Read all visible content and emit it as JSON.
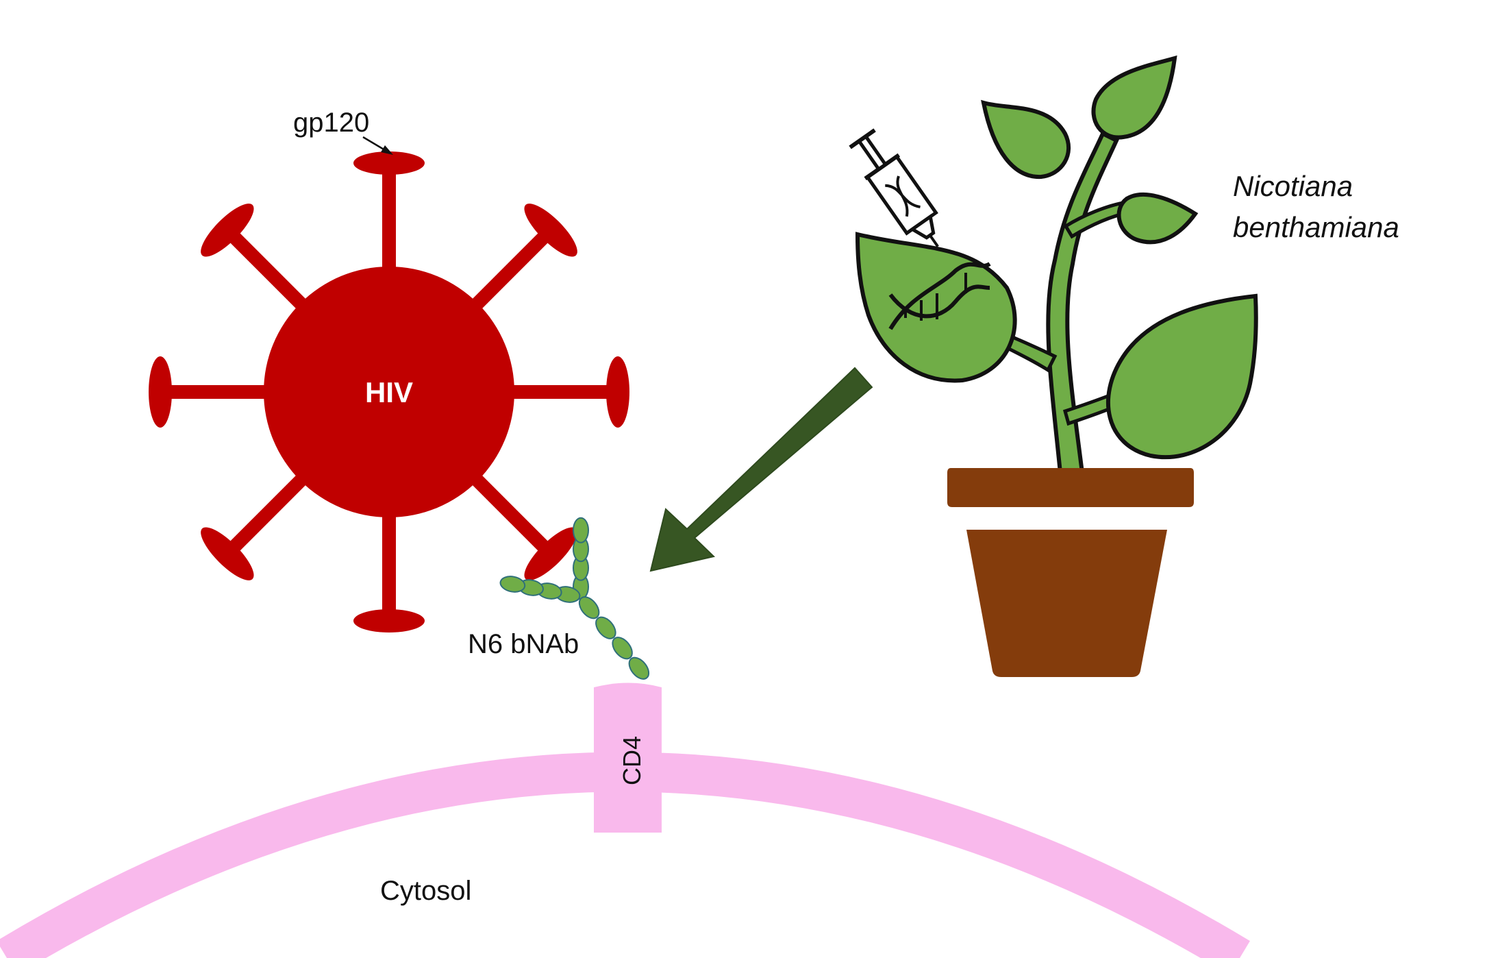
{
  "labels": {
    "gp120": "gp120",
    "hiv": "HIV",
    "antibody": "N6 bNAb",
    "receptor": "CD4",
    "cytosol": "Cytosol",
    "plant_line1": "Nicotiana",
    "plant_line2": "benthamiana"
  },
  "colors": {
    "virus": "#c00000",
    "leaf": "#70ad47",
    "leaf_outline": "#111111",
    "pot": "#843c0c",
    "arrow": "#375623",
    "membrane": "#f9b9ec",
    "antibody": "#70ad47"
  }
}
